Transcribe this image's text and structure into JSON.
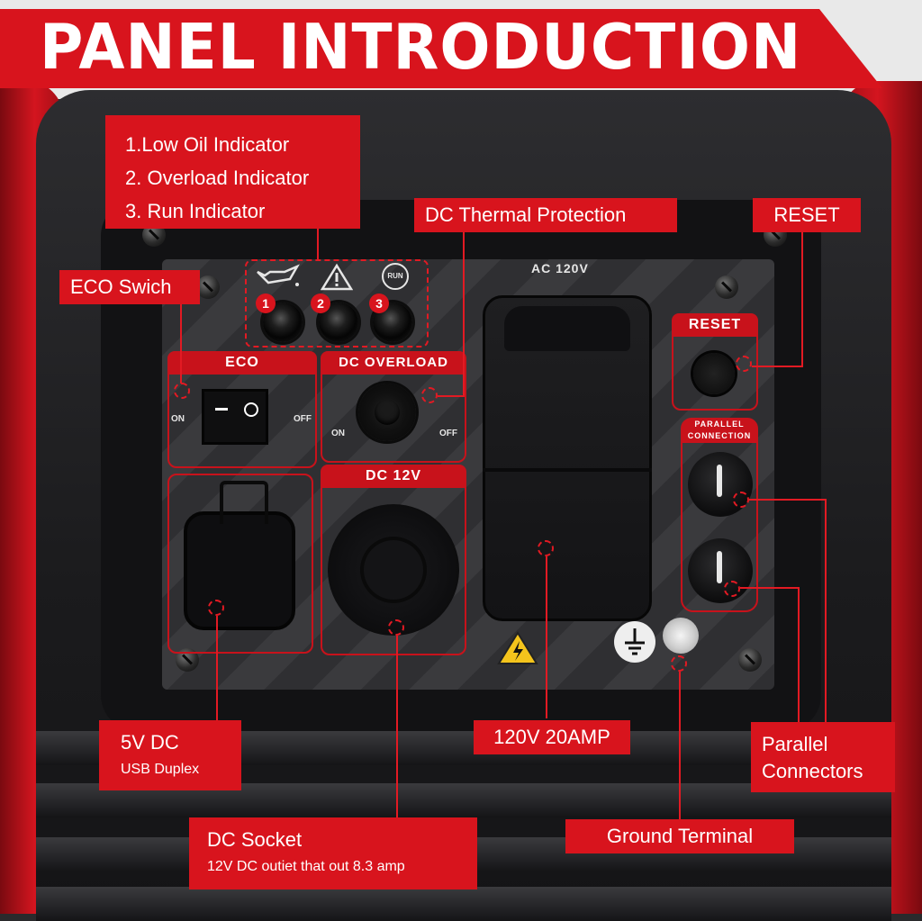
{
  "title": "PANEL INTRODUCTION",
  "indicators": {
    "line1": "1.Low Oil Indicator",
    "line2": "2. Overload Indicator",
    "line3": "3. Run Indicator"
  },
  "callouts": {
    "dc_thermal": "DC Thermal Protection",
    "reset": "RESET",
    "eco_switch": "ECO Swich",
    "usb_title": "5V DC",
    "usb_sub": "USB Duplex",
    "outlet": "120V 20AMP",
    "parallel_line1": "Parallel",
    "parallel_line2": "Connectors",
    "dc_socket_title": "DC Socket",
    "dc_socket_sub": "12V DC outiet that out 8.3 amp",
    "ground": "Ground Terminal"
  },
  "panel": {
    "ac_label": "AC 120V",
    "eco_head": "ECO",
    "eco_on": "ON",
    "eco_off": "OFF",
    "dc_overload_head": "DC OVERLOAD",
    "dc_on": "ON",
    "dc_off": "OFF",
    "dc12_head": "DC 12V",
    "reset_head": "RESET",
    "parallel_head_1": "PARALLEL",
    "parallel_head_2": "CONNECTION",
    "run_icon_text": "RUN",
    "lamp_numbers": [
      "1",
      "2",
      "3"
    ]
  },
  "colors": {
    "brand_red": "#d8141d",
    "housing_dark": "#1b1b1d"
  },
  "icons": [
    "oil-can-icon",
    "warning-triangle-icon",
    "run-icon",
    "high-voltage-icon",
    "ground-symbol-icon"
  ]
}
